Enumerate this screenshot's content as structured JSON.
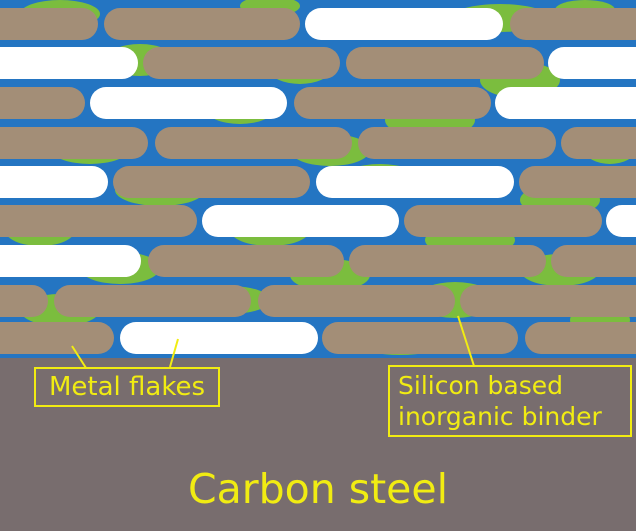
{
  "colors": {
    "coating_blue": "#2475c2",
    "binder_green": "#7bbd3e",
    "flake_tan": "#a38e77",
    "flake_white": "#ffffff",
    "steel": "#786d6e",
    "label_yellow": "#f1ec12"
  },
  "labels": {
    "metal_flakes": "Metal flakes",
    "binder_line1": "Silicon based",
    "binder_line2": "inorganic binder",
    "substrate": "Carbon steel"
  }
}
